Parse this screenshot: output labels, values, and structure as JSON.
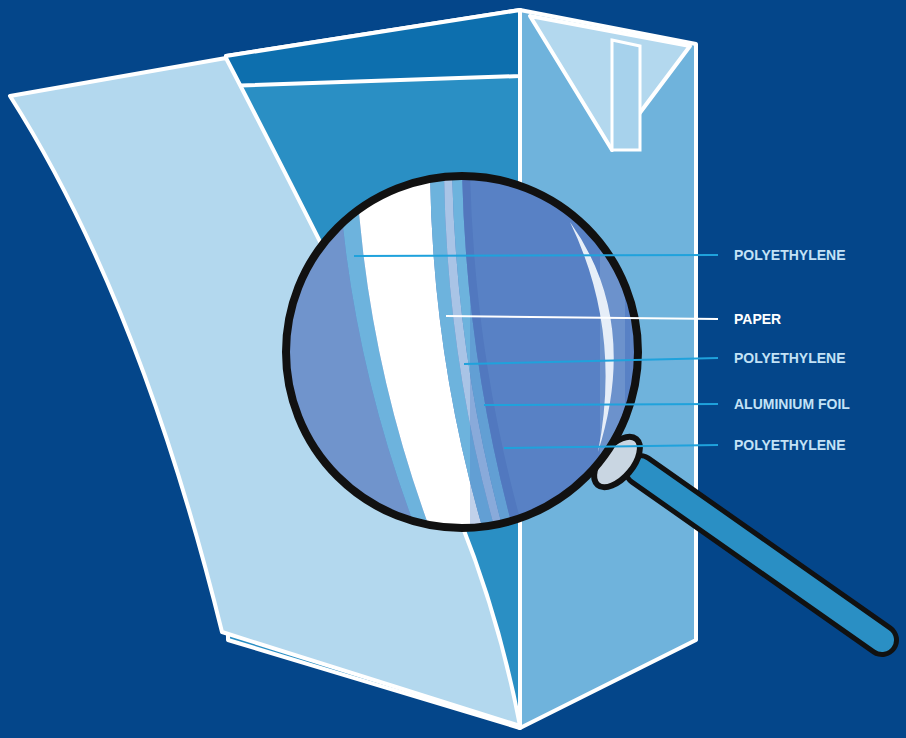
{
  "diagram": {
    "labels": [
      "POLYETHYLENE",
      "PAPER",
      "POLYETHYLENE",
      "ALUMINIUM FOIL",
      "POLYETHYLENE"
    ]
  }
}
